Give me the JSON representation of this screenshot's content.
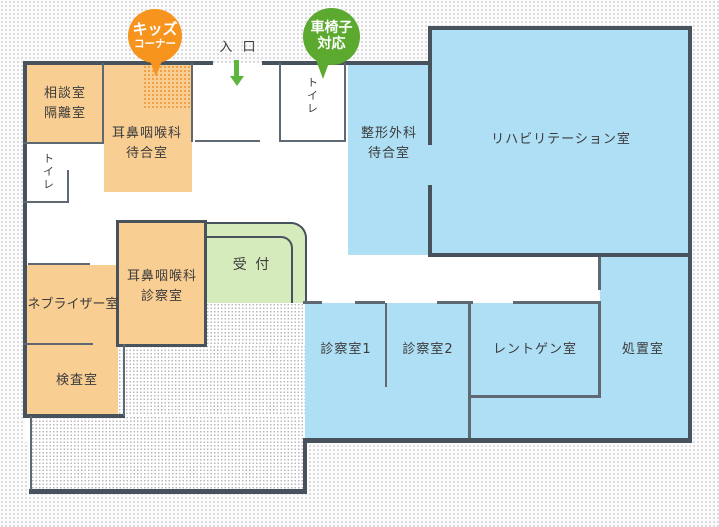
{
  "colors": {
    "wall": "#47525C",
    "wall-light": "#5E6973",
    "room-orange": "#F9CE93",
    "room-blue": "#AEDFF4",
    "reception-green": "#D5EBBC",
    "badge-orange": "#F7941E",
    "badge-green": "#5CA930",
    "arrow-green": "#5CB53C",
    "label": "#3B3B3B",
    "dot-ext": "#d7d7db"
  },
  "badges": {
    "kids": {
      "line1": "キッズ",
      "line2": "コーナー"
    },
    "wheelchair": {
      "line1": "車椅子",
      "line2": "対応"
    }
  },
  "entrance": {
    "label": "入 口"
  },
  "rooms": {
    "consult": {
      "label": "相談室\n隔離室"
    },
    "toilet_left": {
      "label": "トイレ"
    },
    "toilet_entrance": {
      "label": "トイレ"
    },
    "ent_waiting": {
      "label": "耳鼻咽喉科\n待合室"
    },
    "ortho_waiting": {
      "label": "整形外科\n待合室"
    },
    "rehab": {
      "label": "リハビリテーション室"
    },
    "ent_exam": {
      "label": "耳鼻咽喉科\n診察室"
    },
    "reception": {
      "label": "受 付"
    },
    "nebulizer": {
      "label": "ネブライザー室"
    },
    "lab": {
      "label": "検査室"
    },
    "exam1": {
      "label": "診察室1"
    },
    "exam2": {
      "label": "診察室2"
    },
    "xray": {
      "label": "レントゲン室"
    },
    "treatment": {
      "label": "処置室"
    }
  }
}
